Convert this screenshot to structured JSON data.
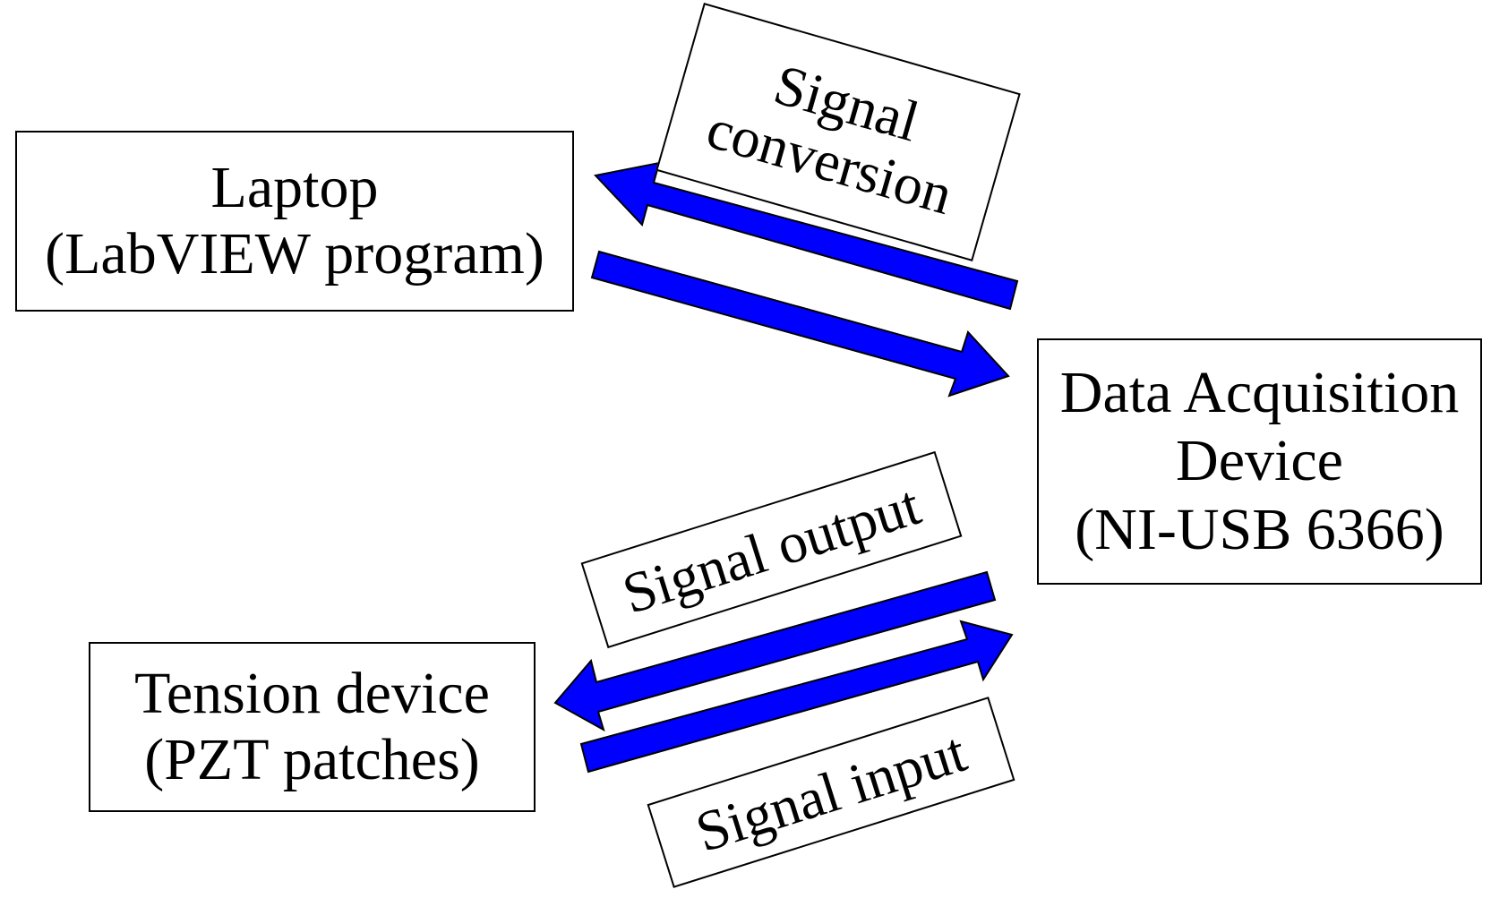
{
  "nodes": {
    "laptop": {
      "line1": "Laptop",
      "line2": "(LabVIEW program)"
    },
    "daq": {
      "line1": "Data Acquisition",
      "line2": "Device",
      "line3": "(NI-USB 6366)"
    },
    "tension": {
      "line1": "Tension device",
      "line2": "(PZT patches)"
    }
  },
  "labels": {
    "conversion": {
      "line1": "Signal",
      "line2": "conversion"
    },
    "output": "Signal output",
    "input": "Signal input"
  },
  "colors": {
    "arrow_fill": "#0000ff",
    "arrow_stroke": "#000000",
    "box_border": "#000000"
  }
}
